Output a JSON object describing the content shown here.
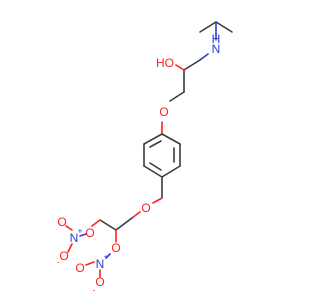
{
  "atoms": [
    {
      "id": "nh",
      "symbol": "N",
      "suffix": "H",
      "color": "#2b3bd6"
    },
    {
      "id": "oh",
      "symbol": "O",
      "suffix": "H",
      "prefix": "H",
      "color": "#ff2020"
    },
    {
      "id": "o_ether1",
      "symbol": "O",
      "color": "#ff2020"
    },
    {
      "id": "o_ether2",
      "symbol": "O",
      "color": "#ff2020"
    },
    {
      "id": "o_link1",
      "symbol": "O",
      "color": "#ff2020"
    },
    {
      "id": "o_link2",
      "symbol": "O",
      "color": "#ff2020"
    },
    {
      "id": "n_nitro1",
      "symbol": "N",
      "charge": "+",
      "color": "#2b3bd6"
    },
    {
      "id": "n_nitro2",
      "symbol": "N",
      "charge": "+",
      "color": "#2b3bd6"
    },
    {
      "id": "o_minus1",
      "symbol": "O",
      "charge": "-",
      "color": "#ff2020"
    },
    {
      "id": "o_minus2",
      "symbol": "O",
      "charge": "-",
      "color": "#ff2020"
    },
    {
      "id": "o_dbl1",
      "symbol": "O",
      "color": "#ff2020"
    },
    {
      "id": "o_dbl2",
      "symbol": "O",
      "color": "#ff2020"
    }
  ],
  "labels": {
    "nh": "H",
    "n": "N",
    "ho": "HO",
    "o1": "O",
    "o2": "O",
    "o3": "O",
    "o4": "O",
    "n1": "N",
    "n2": "N",
    "plus": "+",
    "minus": "-",
    "o5": "O",
    "o6": "O",
    "o7": "O",
    "o8": "O"
  }
}
